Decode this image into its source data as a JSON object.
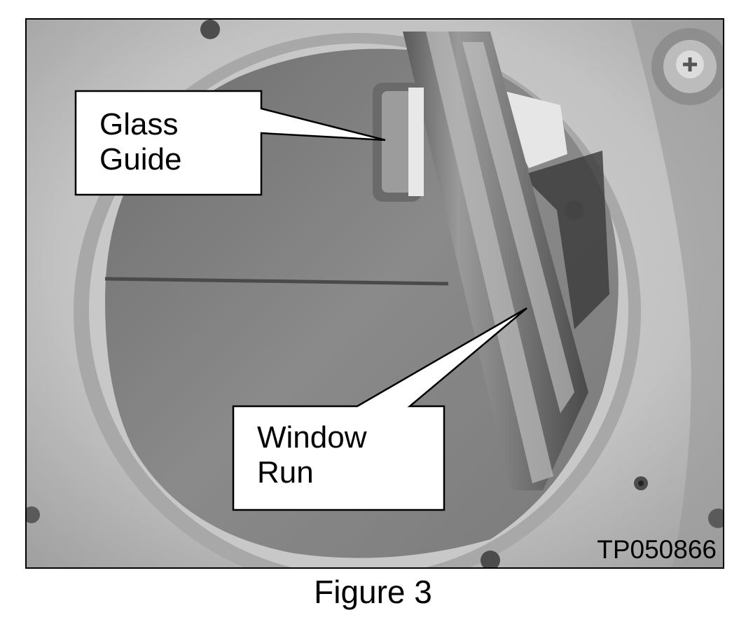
{
  "figure": {
    "photo_id": "TP050866",
    "caption": "Figure 3",
    "callouts": [
      {
        "line1": "Glass",
        "line2": "Guide"
      },
      {
        "line1": "Window",
        "line2": "Run"
      }
    ]
  },
  "colors": {
    "border": "#000000",
    "callout_fill": "#ffffff",
    "panel_metal": "#bdbdbd",
    "cavity_dark": "#787878"
  }
}
